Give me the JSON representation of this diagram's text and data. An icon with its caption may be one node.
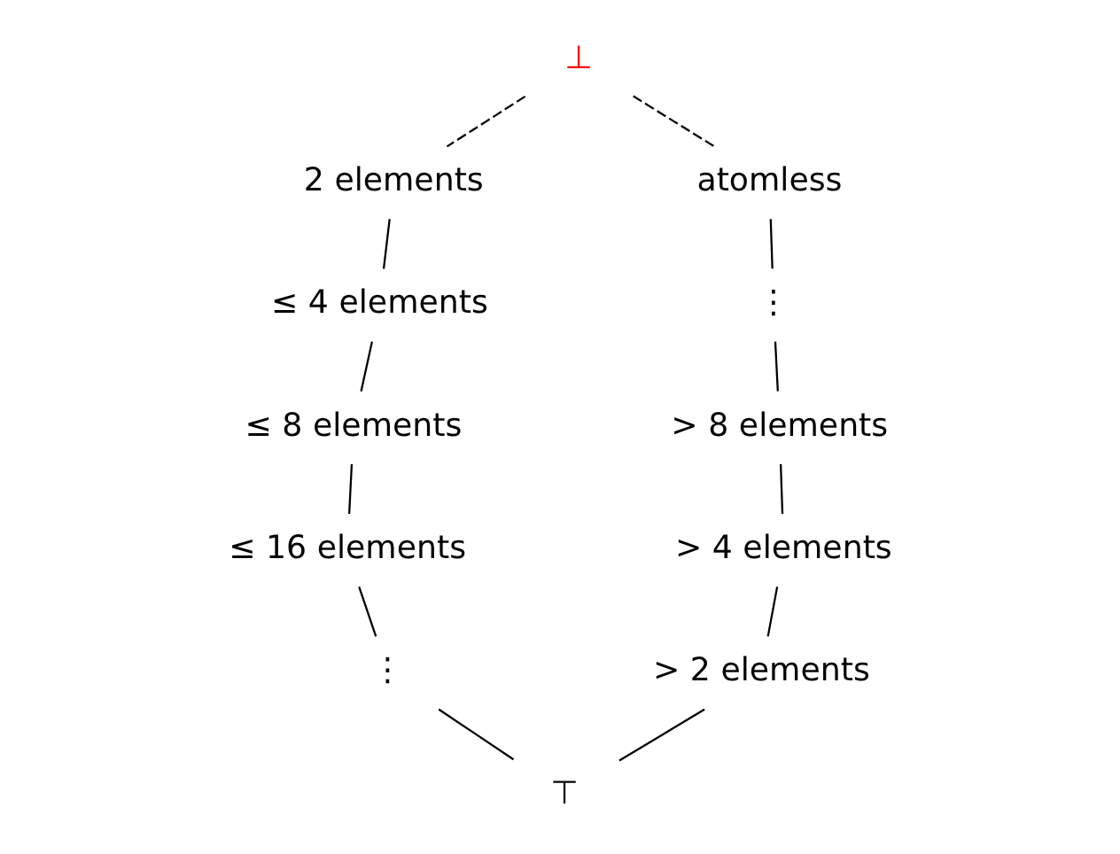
{
  "diagram": {
    "nodes": [
      {
        "text": [
          "⊥"
        ]
      },
      {
        "text": [
          "2 elements"
        ]
      },
      {
        "text": [
          "atomless"
        ]
      },
      {
        "text": [
          "≤ 4 elements"
        ]
      },
      {
        "text": [
          "⋮"
        ]
      },
      {
        "text": [
          "≤ 8 elements"
        ]
      },
      {
        "text": [
          "> 8 elements"
        ]
      },
      {
        "text": [
          "≤ 16 elements"
        ]
      },
      {
        "text": [
          "> 4 elements"
        ]
      },
      {
        "text": [
          "⋮"
        ]
      },
      {
        "text": [
          "> 2 elements"
        ]
      },
      {
        "text": [
          "⊤"
        ]
      }
    ],
    "edges": [
      {
        "from": 0,
        "to": 1,
        "arrow": "none",
        "style": "dashed"
      },
      {
        "from": 0,
        "to": 2,
        "arrow": "none",
        "style": "dashed"
      },
      {
        "from": 1,
        "to": 3,
        "arrow": "none"
      },
      {
        "from": 3,
        "to": 5,
        "arrow": "none"
      },
      {
        "from": 5,
        "to": 7,
        "arrow": "none"
      },
      {
        "from": 7,
        "to": 9,
        "arrow": "none"
      },
      {
        "from": 9,
        "to": 11,
        "arrow": "none"
      },
      {
        "from": 2,
        "to": 4,
        "arrow": "none"
      },
      {
        "from": 4,
        "to": 6,
        "arrow": "none"
      },
      {
        "from": 6,
        "to": 8,
        "arrow": "none"
      },
      {
        "from": 8,
        "to": 10,
        "arrow": "none"
      },
      {
        "from": 10,
        "to": 11,
        "arrow": "none"
      }
    ]
  }
}
